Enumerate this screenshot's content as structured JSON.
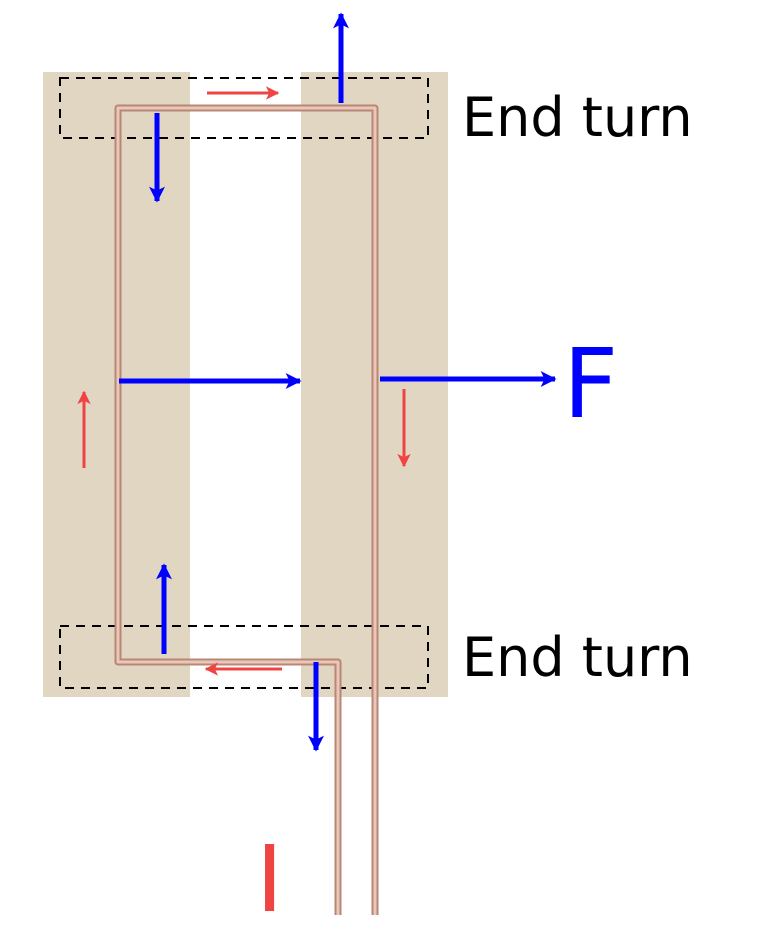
{
  "labels": {
    "end_turn_top": "End turn",
    "end_turn_bottom": "End turn",
    "force": "F",
    "current": "I"
  },
  "colors": {
    "background": "#ffffff",
    "slot_fill": "#e0d6c1",
    "conductor": "#d9a896",
    "conductor_edge": "#b88776",
    "force_arrow": "#0000ff",
    "current_arrow": "#f04444",
    "dashed_box": "#000000",
    "text": "#000000"
  }
}
